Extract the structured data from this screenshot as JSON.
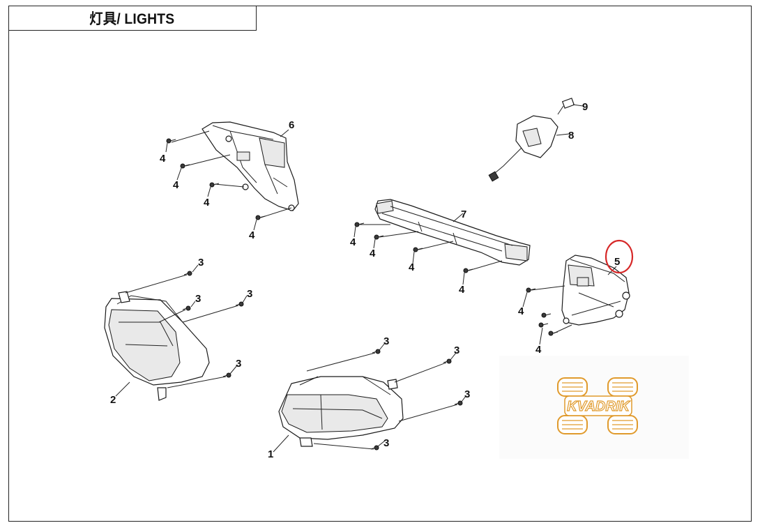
{
  "title": "灯具/ LIGHTS",
  "callouts": [
    {
      "id": "c6",
      "label": "6"
    },
    {
      "id": "c4a",
      "label": "4"
    },
    {
      "id": "c4b",
      "label": "4"
    },
    {
      "id": "c4c",
      "label": "4"
    },
    {
      "id": "c4d",
      "label": "4"
    },
    {
      "id": "c9",
      "label": "9"
    },
    {
      "id": "c8",
      "label": "8"
    },
    {
      "id": "c7",
      "label": "7"
    },
    {
      "id": "c4e",
      "label": "4"
    },
    {
      "id": "c4f",
      "label": "4"
    },
    {
      "id": "c4g",
      "label": "4"
    },
    {
      "id": "c4h",
      "label": "4"
    },
    {
      "id": "c5",
      "label": "5"
    },
    {
      "id": "c4i",
      "label": "4"
    },
    {
      "id": "c4j",
      "label": "4"
    },
    {
      "id": "c3a",
      "label": "3"
    },
    {
      "id": "c3b",
      "label": "3"
    },
    {
      "id": "c3c",
      "label": "3"
    },
    {
      "id": "c3d",
      "label": "3"
    },
    {
      "id": "c2",
      "label": "2"
    },
    {
      "id": "c3e",
      "label": "3"
    },
    {
      "id": "c3f",
      "label": "3"
    },
    {
      "id": "c3g",
      "label": "3"
    },
    {
      "id": "c3h",
      "label": "3"
    },
    {
      "id": "c1",
      "label": "1"
    }
  ],
  "highlight": {
    "label": "5",
    "color": "#d62828"
  },
  "watermark": {
    "text": "KVADRIK",
    "color": "#e09a2c"
  }
}
